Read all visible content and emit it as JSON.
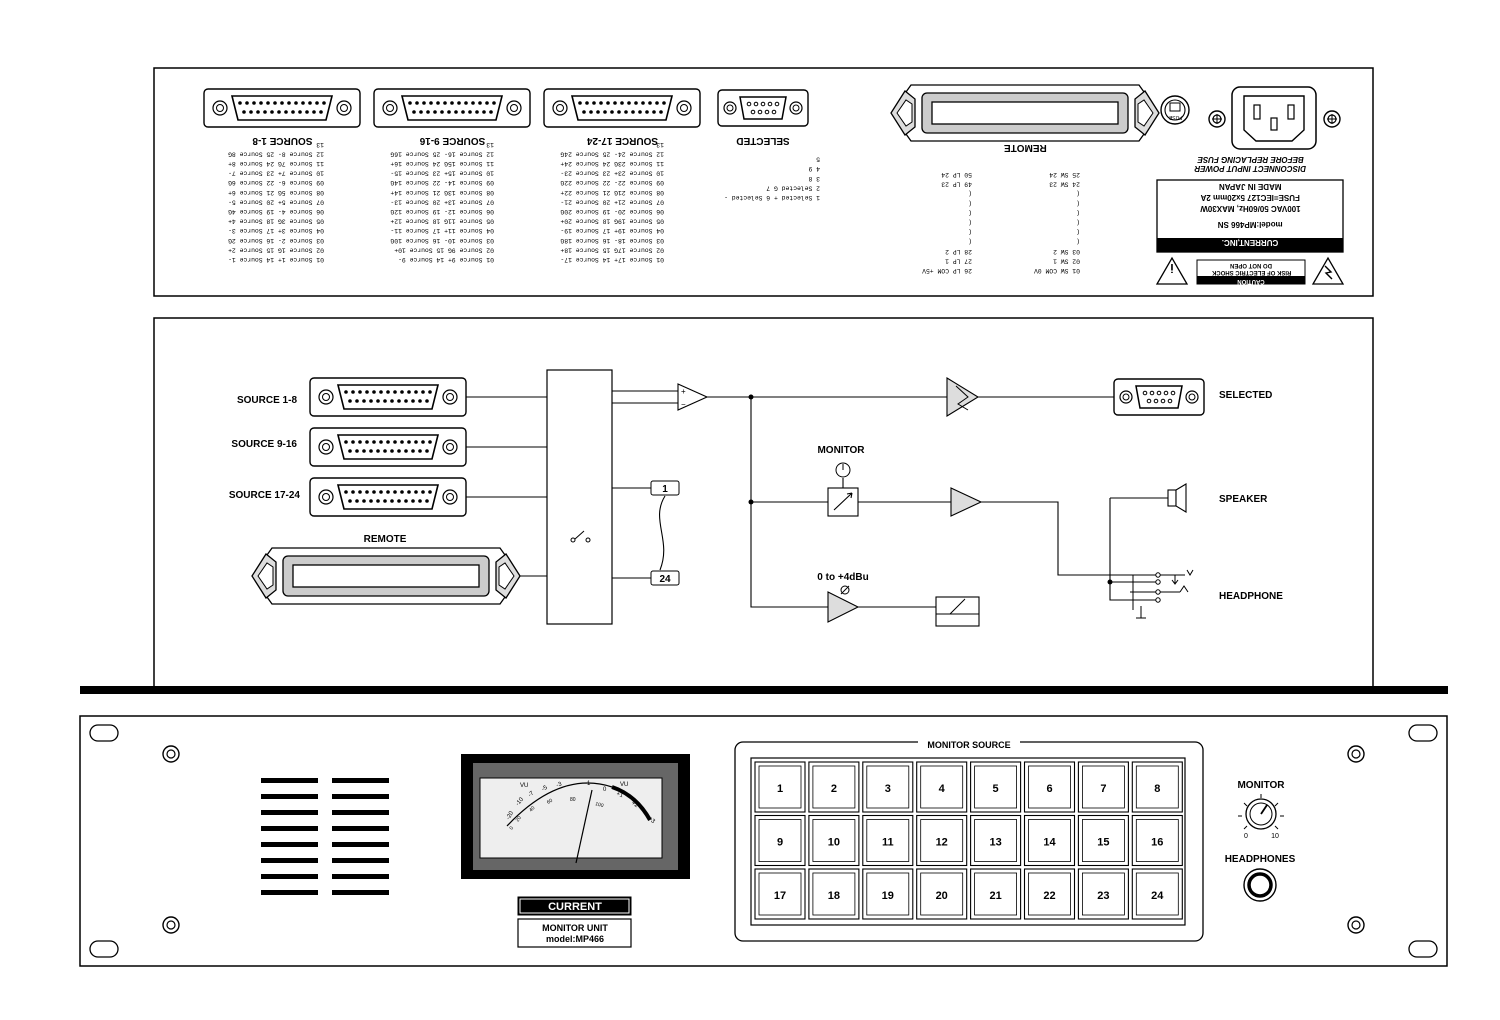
{
  "rear_panel": {
    "connector_labels": [
      "SOURCE 1-8",
      "SOURCE 9-16",
      "SOURCE 17-24",
      "SELECTED",
      "REMOTE"
    ],
    "pinouts": {
      "source_1_8": [
        "01 Source 1+  14 Source 1-",
        "02 Source 1G  15 Source 2+",
        "03 Source 2-  16 Source 2G",
        "04 Source 3+  17 Source 3-",
        "05 Source 3G  18 Source 4+",
        "06 Source 4-  19 Source 4G",
        "07 Source 5+  20 Source 5-",
        "08 Source 5G  21 Source 6+",
        "09 Source 6-  22 Source 6G",
        "10 Source 7+  23 Source 7-",
        "11 Source 7G  24 Source 8+",
        "12 Source 8-  25 Source 8G",
        "13"
      ],
      "source_9_16": [
        "01 Source 9+  14 Source 9-",
        "02 Source 9G  15 Source 10+",
        "03 Source 10-  16 Source 10G",
        "04 Source 11+  17 Source 11-",
        "05 Source 11G  18 Source 12+",
        "06 Source 12-  19 Source 12G",
        "07 Source 13+  20 Source 13-",
        "08 Source 13G  21 Source 14+",
        "09 Source 14-  22 Source 14G",
        "10 Source 15+  23 Source 15-",
        "11 Source 15G  24 Source 16+",
        "12 Source 16-  25 Source 16G",
        "13"
      ],
      "source_17_24": [
        "01 Source 17+  14 Source 17-",
        "02 Source 17G  15 Source 18+",
        "03 Source 18-  16 Source 18G",
        "04 Source 19+  17 Source 19-",
        "05 Source 19G  18 Source 20+",
        "06 Source 20-  19 Source 20G",
        "07 Source 21+  20 Source 21-",
        "08 Source 21G  21 Source 22+",
        "09 Source 22-  22 Source 22G",
        "10 Source 23+  23 Source 23-",
        "11 Source 23G  24 Source 24+",
        "12 Source 24-  25 Source 24G",
        "13"
      ],
      "selected": [
        "1 Selected + 6 Selected -",
        "2 Selected G 7",
        "3           8",
        "4           9",
        "5"
      ],
      "remote_left": [
        "01 SW COM 0V",
        "02 SW 1",
        "03 SW 2",
        "(",
        "(",
        "(",
        "(",
        "(",
        "(",
        "24 SW 23",
        "25 SW 24"
      ],
      "remote_right": [
        "26 LP COM +5V",
        "27 LP 1",
        "28 LP 2",
        "(",
        "(",
        "(",
        "(",
        "(",
        "(",
        "49 LP 23",
        "50 LP 24"
      ]
    },
    "fuse_label": "FUSE",
    "warning_lines": [
      "DISCONNECT INPUT POWER",
      "BEFORE REPLACING FUSE"
    ],
    "spec_lines": [
      "MADE IN JAPAN",
      "FUSE=IEC127 5x20mm 2A",
      "100VAC 50/60Hz, MAX30W",
      "model:MP466 SN"
    ],
    "maker": "CURRENT,INC.",
    "caution_lines": [
      "CAUTION",
      "RISK OF ELECTRIC SHOCK",
      "DO NOT OPEN"
    ]
  },
  "block_diagram": {
    "source_labels": [
      "SOURCE 1-8",
      "SOURCE 9-16",
      "SOURCE 17-24"
    ],
    "remote_label": "REMOTE",
    "switch_numbers": [
      "1",
      "24"
    ],
    "monitor_label": "MONITOR",
    "level_label": "0 to +4dBu",
    "selected_label": "SELECTED",
    "speaker_label": "SPEAKER",
    "headphone_label": "HEADPHONE"
  },
  "front_panel": {
    "meter_scale": [
      "-20",
      "-10",
      "-7",
      "-5",
      "-3",
      "-1",
      "0",
      "+1",
      "+2",
      "+3"
    ],
    "meter_percent": [
      "0",
      "20",
      "40",
      "60",
      "80",
      "100"
    ],
    "meter_units": [
      "VU",
      "VU"
    ],
    "brand": "CURRENT",
    "model_lines": [
      "MONITOR UNIT",
      "model:MP466"
    ],
    "monitor_source_title": "MONITOR SOURCE",
    "buttons": [
      "1",
      "2",
      "3",
      "4",
      "5",
      "6",
      "7",
      "8",
      "9",
      "10",
      "11",
      "12",
      "13",
      "14",
      "15",
      "16",
      "17",
      "18",
      "19",
      "20",
      "21",
      "22",
      "23",
      "24"
    ],
    "monitor_knob_label": "MONITOR",
    "knob_min": "0",
    "knob_max": "10",
    "headphones_label": "HEADPHONES"
  }
}
